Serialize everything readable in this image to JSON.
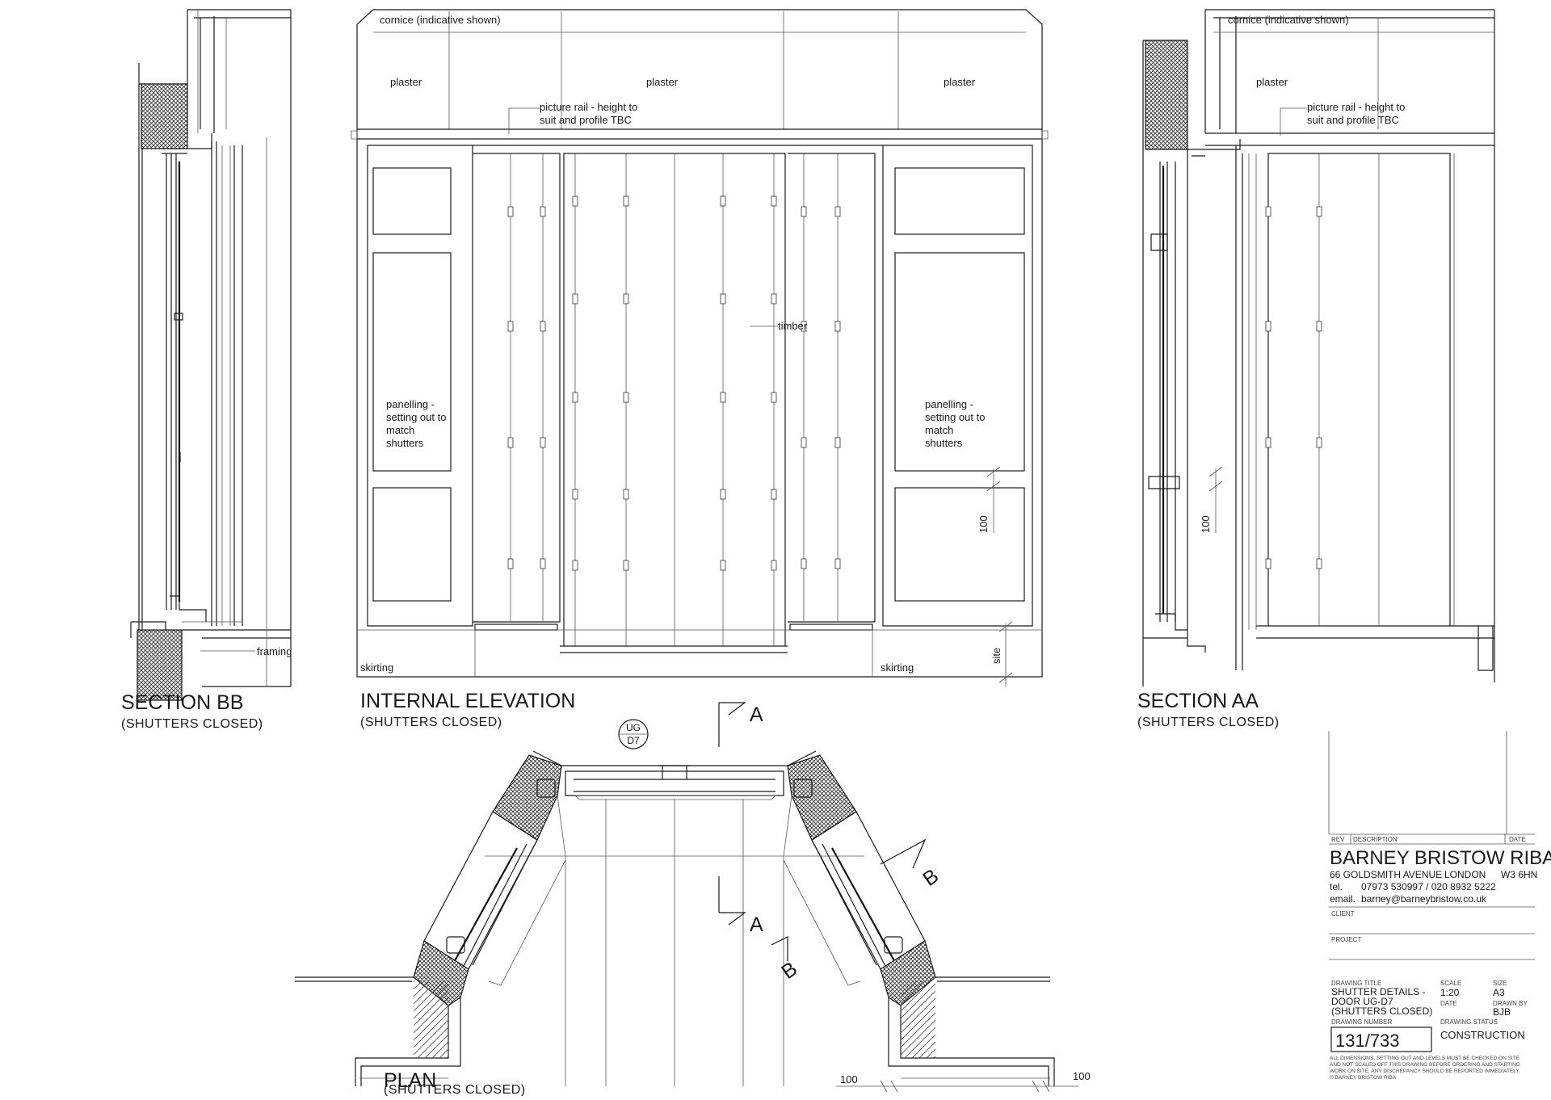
{
  "views": {
    "section_bb": {
      "title": "SECTION BB",
      "subtitle": "(SHUTTERS CLOSED)",
      "note_framing": "framing"
    },
    "elevation": {
      "title": "INTERNAL ELEVATION",
      "subtitle": "(SHUTTERS CLOSED)",
      "note_cornice": "cornice (indicative shown)",
      "note_plaster": "plaster",
      "note_picture_rail_1": "picture rail - height to",
      "note_picture_rail_2": "suit and profile TBC",
      "note_timber": "timber",
      "note_panelling": [
        "panelling -",
        "setting out to",
        "match",
        "shutters"
      ],
      "note_skirting": "skirting",
      "dim_100": "100",
      "dim_site": "site"
    },
    "section_aa": {
      "title": "SECTION AA",
      "subtitle": "(SHUTTERS CLOSED)",
      "note_cornice": "cornice (indicative shown)",
      "note_plaster": "plaster",
      "note_picture_rail_1": "picture rail - height to",
      "note_picture_rail_2": "suit and profile TBC",
      "dim_100": "100"
    },
    "plan": {
      "title": "PLAN",
      "subtitle": "(SHUTTERS CLOSED)",
      "tag_line1": "UG",
      "tag_line2": "D7",
      "section_a": "A",
      "section_b": "B",
      "dim_left": "100",
      "dim_right": "100"
    }
  },
  "title_block": {
    "rev_label": "REV",
    "description_label": "DESCRIPTION",
    "date_label": "DATE",
    "firm": "BARNEY BRISTOW RIBA",
    "address": "66 GOLDSMITH AVENUE",
    "city": "LONDON",
    "postcode": "W3 6HN",
    "tel_label": "tel.",
    "tel": "07973 530997 / 020 8932 5222",
    "email_label": "email.",
    "email": "barney@barneybristow.co.uk",
    "client_label": "CLIENT",
    "project_label": "PROJECT",
    "drawing_title_label": "DRAWING TITLE",
    "drawing_title": [
      "SHUTTER DETAILS -",
      "DOOR UG-D7",
      "(SHUTTERS CLOSED)"
    ],
    "scale_label": "SCALE",
    "scale": "1:20",
    "size_label": "SIZE",
    "size": "A3",
    "date_field_label": "DATE",
    "drawn_by_label": "DRAWN BY",
    "drawn_by": "BJB",
    "drawing_number_label": "DRAWING NUMBER",
    "drawing_number": "131/733",
    "drawing_status_label": "DRAWING STATUS",
    "drawing_status": "CONSTRUCTION",
    "disclaimer": [
      "ALL DIMENSIONS, SETTING OUT AND LEVELS MUST BE CHECKED ON SITE",
      "AND NOT SCALED OFF THIS DRAWING BEFORE ORDERING AND STARTING",
      "WORK ON SITE. ANY DISCREPANCY SHOULD BE REPORTED IMMEDIATELY."
    ],
    "copyright": "© BARNEY BRISTOW RIBA"
  }
}
